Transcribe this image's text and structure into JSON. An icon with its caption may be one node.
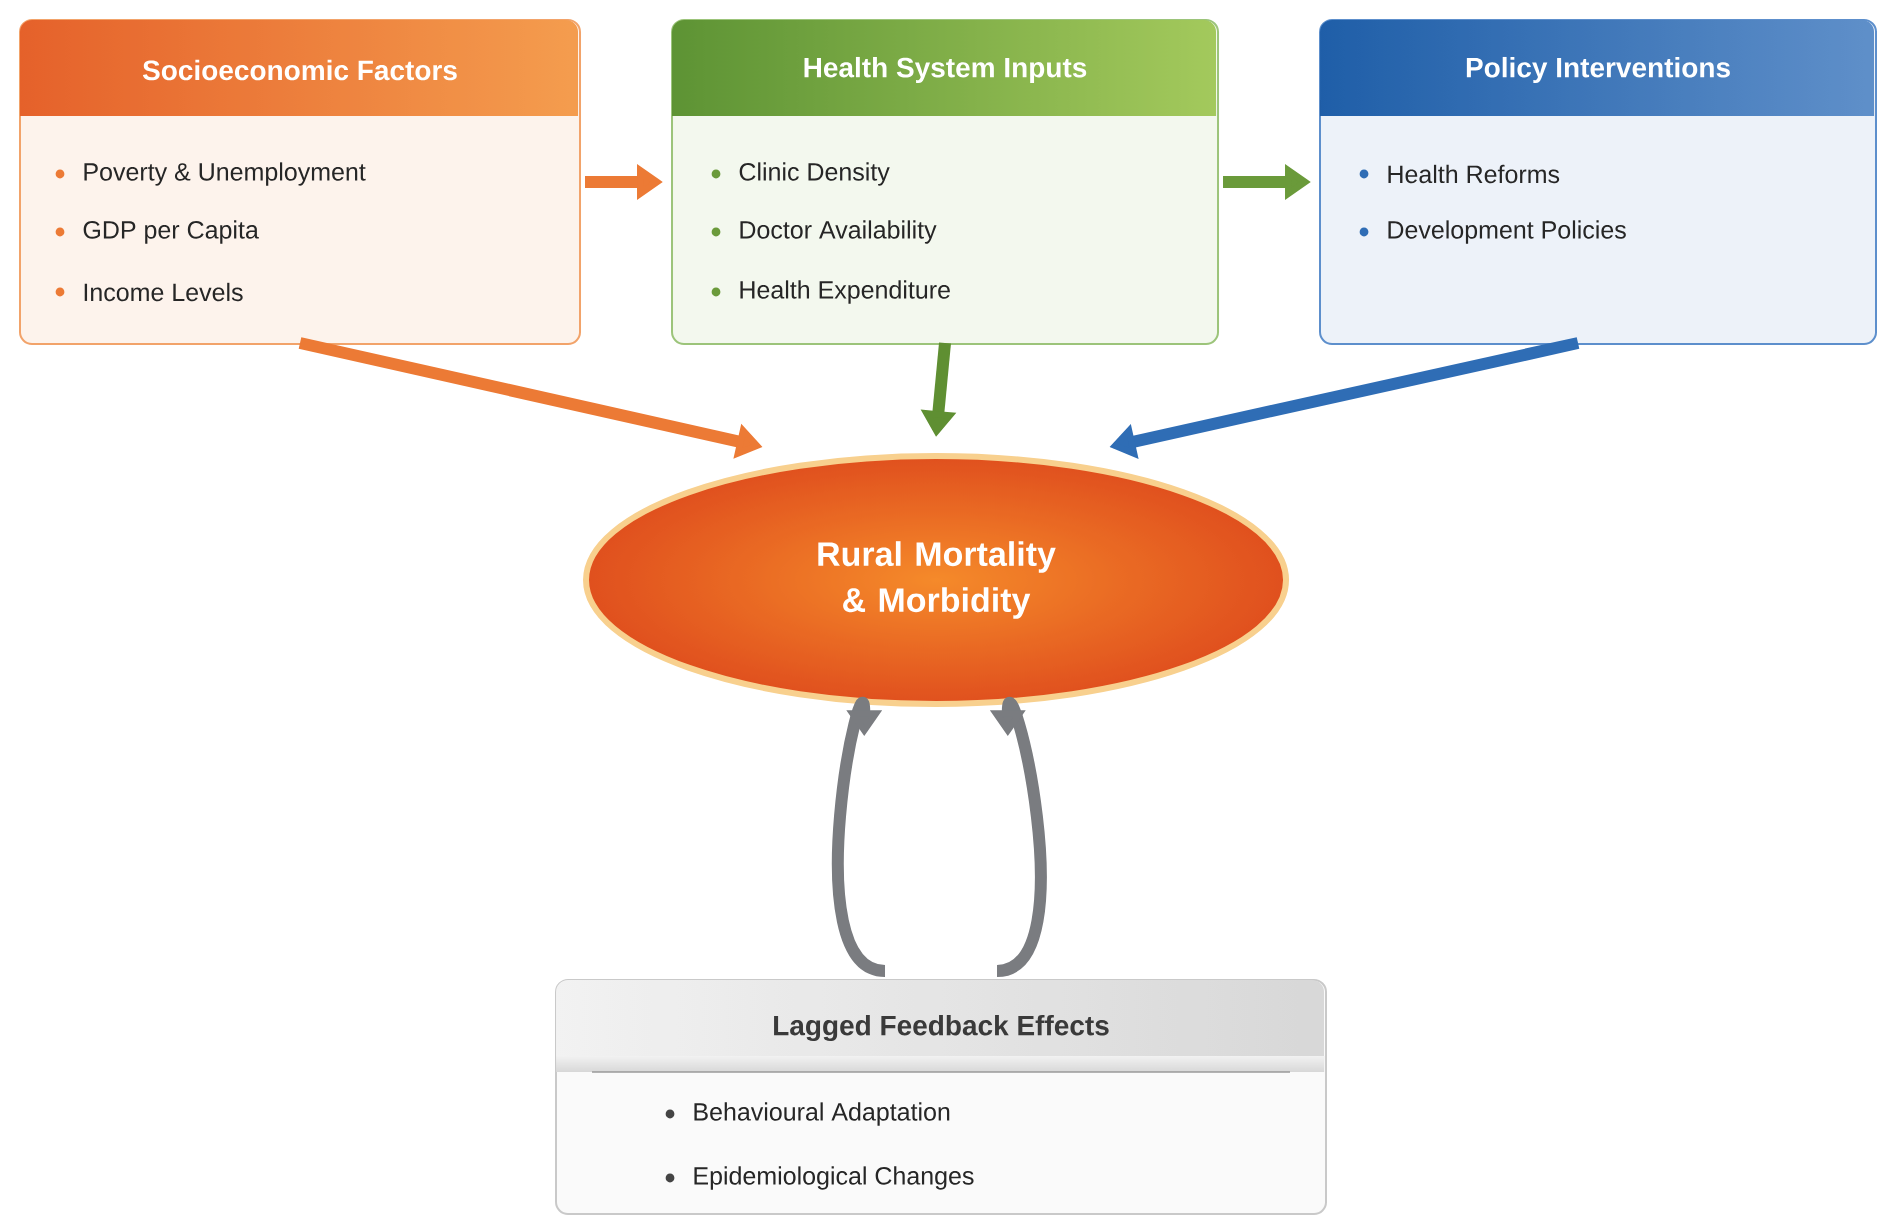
{
  "diagram": {
    "nodes": [
      {
        "text": [
          "Socioeconomic Factors",
          "Poverty & Unemployment",
          "GDP per Capita",
          "Income Levels"
        ]
      },
      {
        "text": [
          "Health System Inputs",
          "Clinic Density",
          "Doctor Availability",
          "Health Expenditure"
        ]
      },
      {
        "text": [
          "Policy Interventions",
          "Health Reforms",
          "Development Policies"
        ]
      },
      {
        "text": [
          "Rural Mortality & Morbidity"
        ]
      },
      {
        "text": [
          "Lagged Feedback Effects",
          "Behavioural Adaptation",
          "Epidemiological Changes"
        ]
      }
    ],
    "edges": [
      {
        "from": 0,
        "to": 1,
        "arrow": "to",
        "color": "#ec7a35"
      },
      {
        "from": 1,
        "to": 2,
        "arrow": "to",
        "color": "#6a9a3a"
      },
      {
        "from": 0,
        "to": 3,
        "arrow": "to",
        "color": "#ec7a35"
      },
      {
        "from": 1,
        "to": 3,
        "arrow": "to",
        "color": "#5f8f32"
      },
      {
        "from": 2,
        "to": 3,
        "arrow": "to",
        "color": "#2f6db5"
      },
      {
        "from": 4,
        "to": 3,
        "arrow": "to",
        "color": "#7a7c80"
      },
      {
        "from": 4,
        "to": 3,
        "arrow": "to",
        "color": "#7a7c80"
      }
    ]
  }
}
